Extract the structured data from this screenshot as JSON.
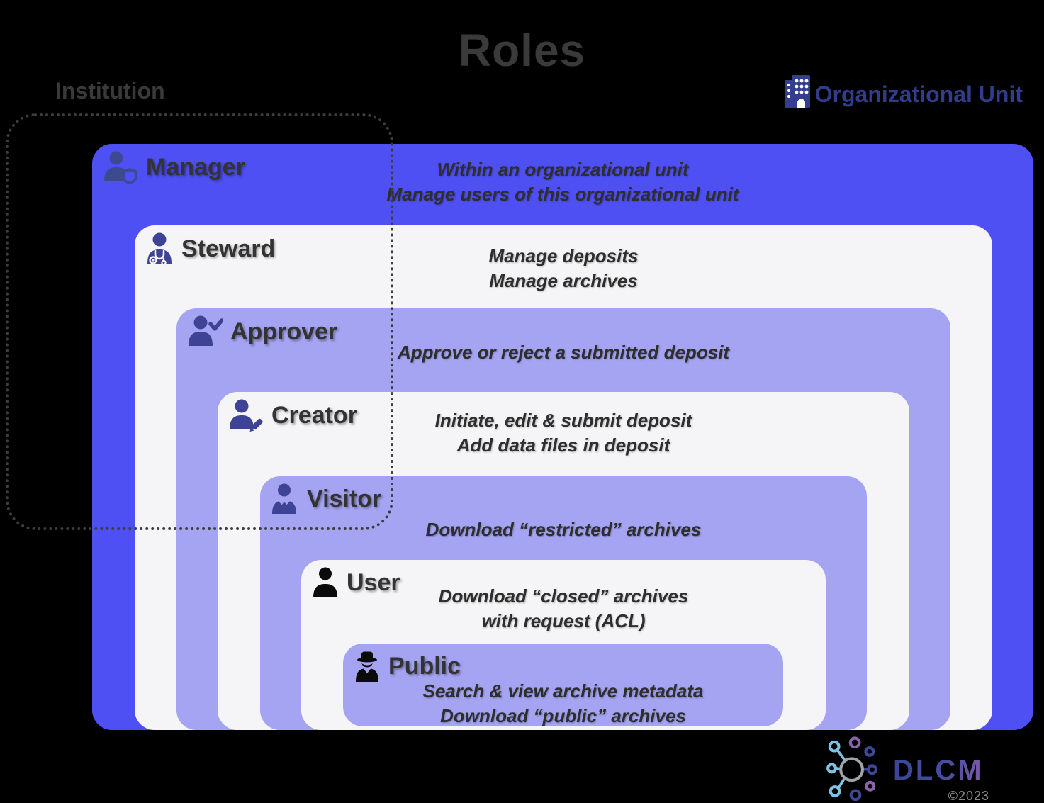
{
  "title": "Roles",
  "labels": {
    "institution": "Institution",
    "organizational_unit": "Organizational Unit"
  },
  "roles": [
    {
      "name": "Manager",
      "icon": "manager-shield-person-icon",
      "descriptions": [
        "Within an organizational unit",
        "Manage users of this organizational unit"
      ]
    },
    {
      "name": "Steward",
      "icon": "steward-medic-person-icon",
      "descriptions": [
        "Manage deposits",
        "Manage archives"
      ]
    },
    {
      "name": "Approver",
      "icon": "approver-check-person-icon",
      "descriptions": [
        "Approve or reject a submitted deposit"
      ]
    },
    {
      "name": "Creator",
      "icon": "creator-pencil-person-icon",
      "descriptions": [
        "Initiate, edit & submit deposit",
        "Add data files in deposit"
      ]
    },
    {
      "name": "Visitor",
      "icon": "visitor-tie-person-icon",
      "descriptions": [
        "Download “restricted” archives"
      ]
    },
    {
      "name": "User",
      "icon": "user-person-icon",
      "descriptions": [
        "Download “closed” archives",
        "with request (ACL)"
      ]
    },
    {
      "name": "Public",
      "icon": "public-incognito-icon",
      "descriptions": [
        "Search & view archive metadata",
        "Download “public” archives"
      ]
    }
  ],
  "footer": {
    "logo_text": "DLCM",
    "copyright": "©2023"
  },
  "colors": {
    "background": "#000000",
    "manager_box": "#4f50f3",
    "light_box": "#f5f4f6",
    "purple_box": "#a5a4f2",
    "role_label_text": "#333333",
    "description_text": "#2e2e2e",
    "title_text": "#3a3a3a",
    "institution_label_text": "#3a3a3a",
    "organizational_unit_text": "#323c8d",
    "dotted_border": "#3d3d3d",
    "icon_indigo": "#3e4396",
    "icon_navy": "#3d4a8f",
    "icon_black": "#0b0b0b",
    "logo_gradient_start": "#3a4697",
    "logo_gradient_end": "#7d5ca8",
    "logo_node_lightblue": "#7ec3e6",
    "logo_node_purple": "#8a63ac",
    "logo_node_darkblue": "#3e4899",
    "logo_center_ring": "#9fa5ab",
    "copyright_text": "#8a8a8a"
  }
}
